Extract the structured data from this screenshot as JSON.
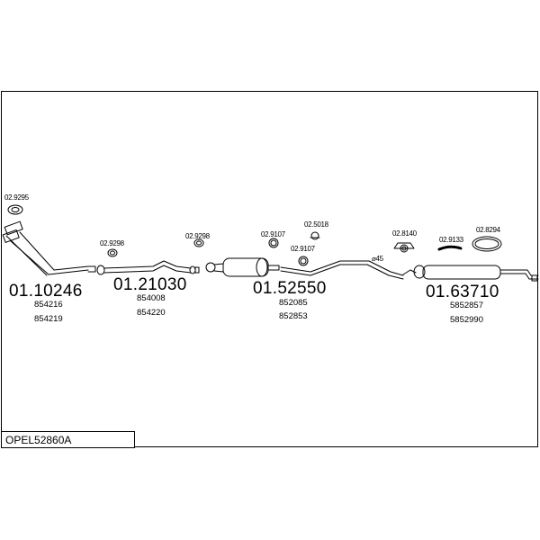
{
  "parts": [
    {
      "number": "01.10246",
      "oem": [
        "854216",
        "854219"
      ]
    },
    {
      "number": "01.21030",
      "oem": [
        "854008",
        "854220"
      ]
    },
    {
      "number": "01.52550",
      "oem": [
        "852085",
        "852853"
      ]
    },
    {
      "number": "01.63710",
      "oem": [
        "5852857",
        "5852990"
      ]
    }
  ],
  "accessories": [
    "02.9295",
    "02.9298",
    "02.9298",
    "02.9107",
    "02.5018",
    "02.9107",
    "02.8140",
    "02.9133",
    "02.8294"
  ],
  "diameter_note": "⌀45",
  "kit_code": "OPEL52860A"
}
